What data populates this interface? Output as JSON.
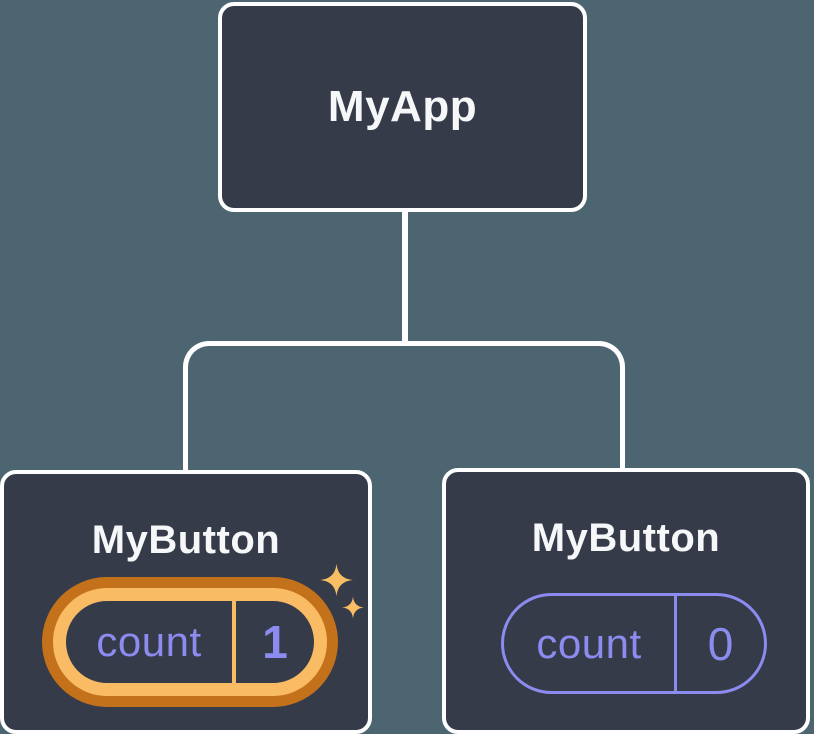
{
  "diagram": {
    "description": "React component tree with state",
    "nodes": {
      "root": {
        "label": "MyApp"
      },
      "left_child": {
        "label": "MyButton",
        "state": {
          "name": "count",
          "value": "1"
        },
        "highlighted": true
      },
      "right_child": {
        "label": "MyButton",
        "state": {
          "name": "count",
          "value": "0"
        },
        "highlighted": false
      }
    },
    "colors": {
      "background": "#4d6570",
      "card_fill": "#353b48",
      "card_border": "#ffffff",
      "connector": "#ffffff",
      "heading_text": "#f6f7f9",
      "state_text": "#8b8bf0",
      "state_pill_border": "#8b8bf0",
      "highlight_ring_outer": "#c4711b",
      "highlight_ring_inner": "#f9bc64",
      "sparkle": "#f9bd63"
    }
  }
}
